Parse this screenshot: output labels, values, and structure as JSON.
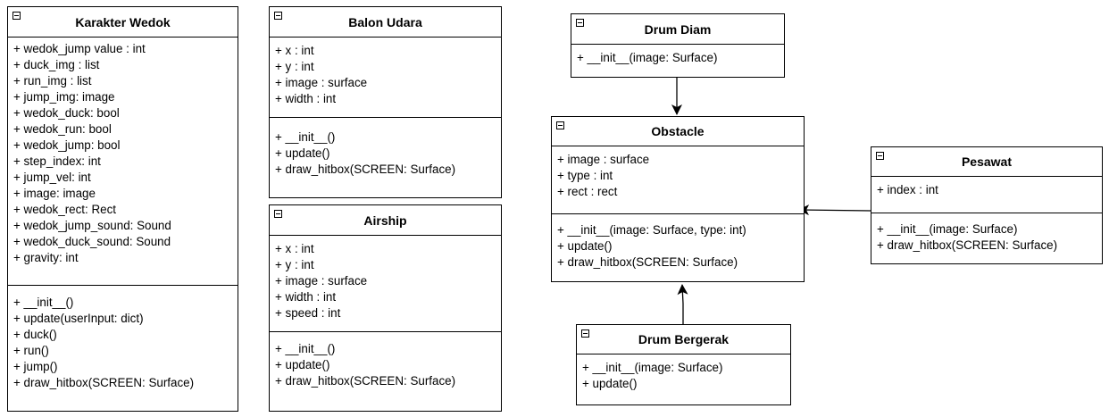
{
  "classes": {
    "karakter_wedok": {
      "name": "Karakter Wedok",
      "attributes": [
        "+ wedok_jump value : int",
        "+ duck_img : list",
        "+ run_img : list",
        "+ jump_img: image",
        "+ wedok_duck: bool",
        "+ wedok_run: bool",
        "+ wedok_jump: bool",
        "+ step_index: int",
        "+ jump_vel: int",
        "+ image: image",
        "+ wedok_rect: Rect",
        "+ wedok_jump_sound: Sound",
        "+ wedok_duck_sound: Sound",
        "+ gravity: int"
      ],
      "methods": [
        "+ __init__()",
        "+ update(userInput: dict)",
        "+ duck()",
        "+ run()",
        "+ jump()",
        "+ draw_hitbox(SCREEN: Surface)"
      ]
    },
    "balon_udara": {
      "name": "Balon Udara",
      "attributes": [
        "+ x : int",
        "+ y : int",
        "+ image : surface",
        "+ width : int"
      ],
      "methods": [
        "+ __init__()",
        "+ update()",
        "+ draw_hitbox(SCREEN: Surface)"
      ]
    },
    "airship": {
      "name": "Airship",
      "attributes": [
        "+ x : int",
        "+ y : int",
        "+ image : surface",
        "+ width : int",
        "+ speed : int"
      ],
      "methods": [
        "+ __init__()",
        "+ update()",
        "+ draw_hitbox(SCREEN: Surface)"
      ]
    },
    "drum_diam": {
      "name": "Drum Diam",
      "attributes": [
        "+ __init__(image: Surface)"
      ],
      "methods": []
    },
    "obstacle": {
      "name": "Obstacle",
      "attributes": [
        "+ image : surface",
        "+ type : int",
        "+ rect : rect"
      ],
      "methods": [
        "+ __init__(image: Surface, type: int)",
        "+ update()",
        "+ draw_hitbox(SCREEN: Surface)"
      ]
    },
    "pesawat": {
      "name": "Pesawat",
      "attributes": [
        "+ index : int"
      ],
      "methods": [
        "+ __init__(image: Surface)",
        "+ draw_hitbox(SCREEN: Surface)"
      ]
    },
    "drum_bergerak": {
      "name": "Drum Bergerak",
      "attributes": [],
      "methods": [
        "+ __init__(image: Surface)",
        "+ update()"
      ]
    }
  },
  "relations": [
    {
      "from": "drum_diam",
      "to": "obstacle",
      "type": "inheritance"
    },
    {
      "from": "pesawat",
      "to": "obstacle",
      "type": "inheritance"
    },
    {
      "from": "drum_bergerak",
      "to": "obstacle",
      "type": "inheritance"
    }
  ],
  "colors": {
    "line": "#000000",
    "background": "#ffffff"
  }
}
